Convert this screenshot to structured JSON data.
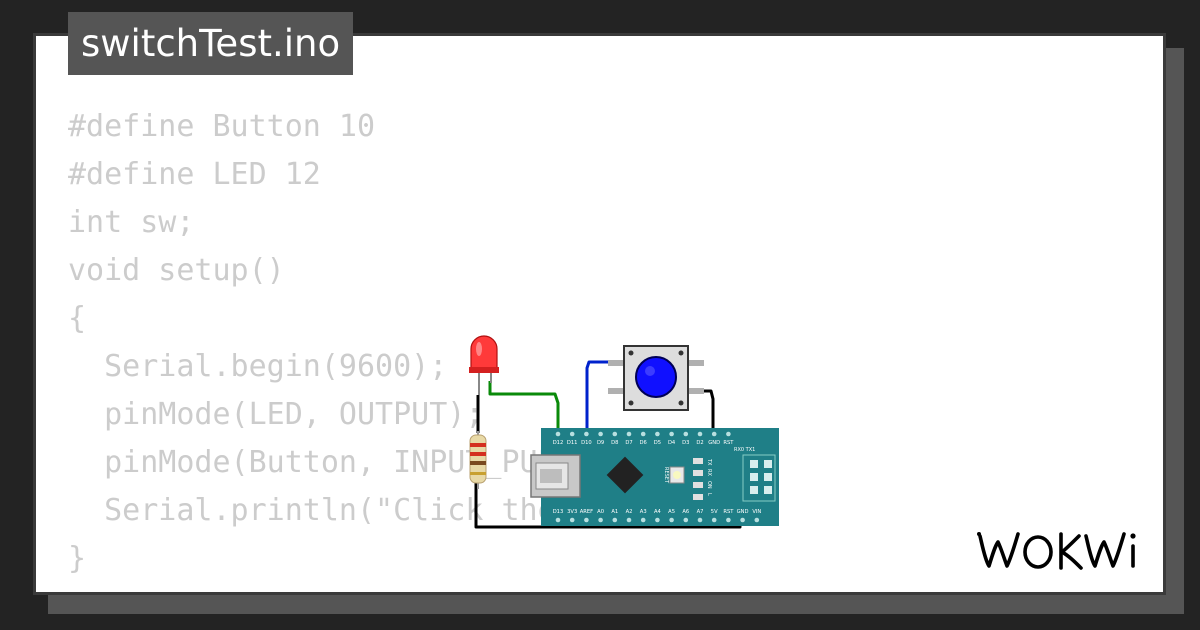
{
  "title": "switchTest.ino",
  "code": {
    "lines": [
      "#define Button 10",
      "#define LED 12",
      "int sw;",
      "void setup()",
      "{",
      "  Serial.begin(9600);",
      "  pinMode(LED, OUTPUT);",
      "  pinMode(Button, INPUT_PULLUP);",
      "  Serial.println(\"Click the button",
      "}"
    ]
  },
  "board": {
    "top_pin_labels": [
      "D12",
      "D11",
      "D10",
      "D9",
      "D8",
      "D7",
      "D6",
      "D5",
      "D4",
      "D3",
      "D2",
      "GND",
      "RST"
    ],
    "bottom_pin_labels": [
      "D13",
      "3V3",
      "AREF",
      "A0",
      "A1",
      "A2",
      "A3",
      "A4",
      "A5",
      "A6",
      "A7",
      "5V",
      "RST",
      "GND",
      "VIN"
    ],
    "reset_label": "RESET",
    "led_labels": [
      "TX",
      "RX",
      "ON",
      "L"
    ],
    "serial_label": "RX0 TX1"
  },
  "logo": "WOKWi",
  "colors": {
    "background": "#232323",
    "board": "#1f7f87",
    "button_cap": "#1010ff",
    "wire_green": "#0a8a0a",
    "wire_blue": "#0022cc",
    "led": "#ff3a3a"
  }
}
